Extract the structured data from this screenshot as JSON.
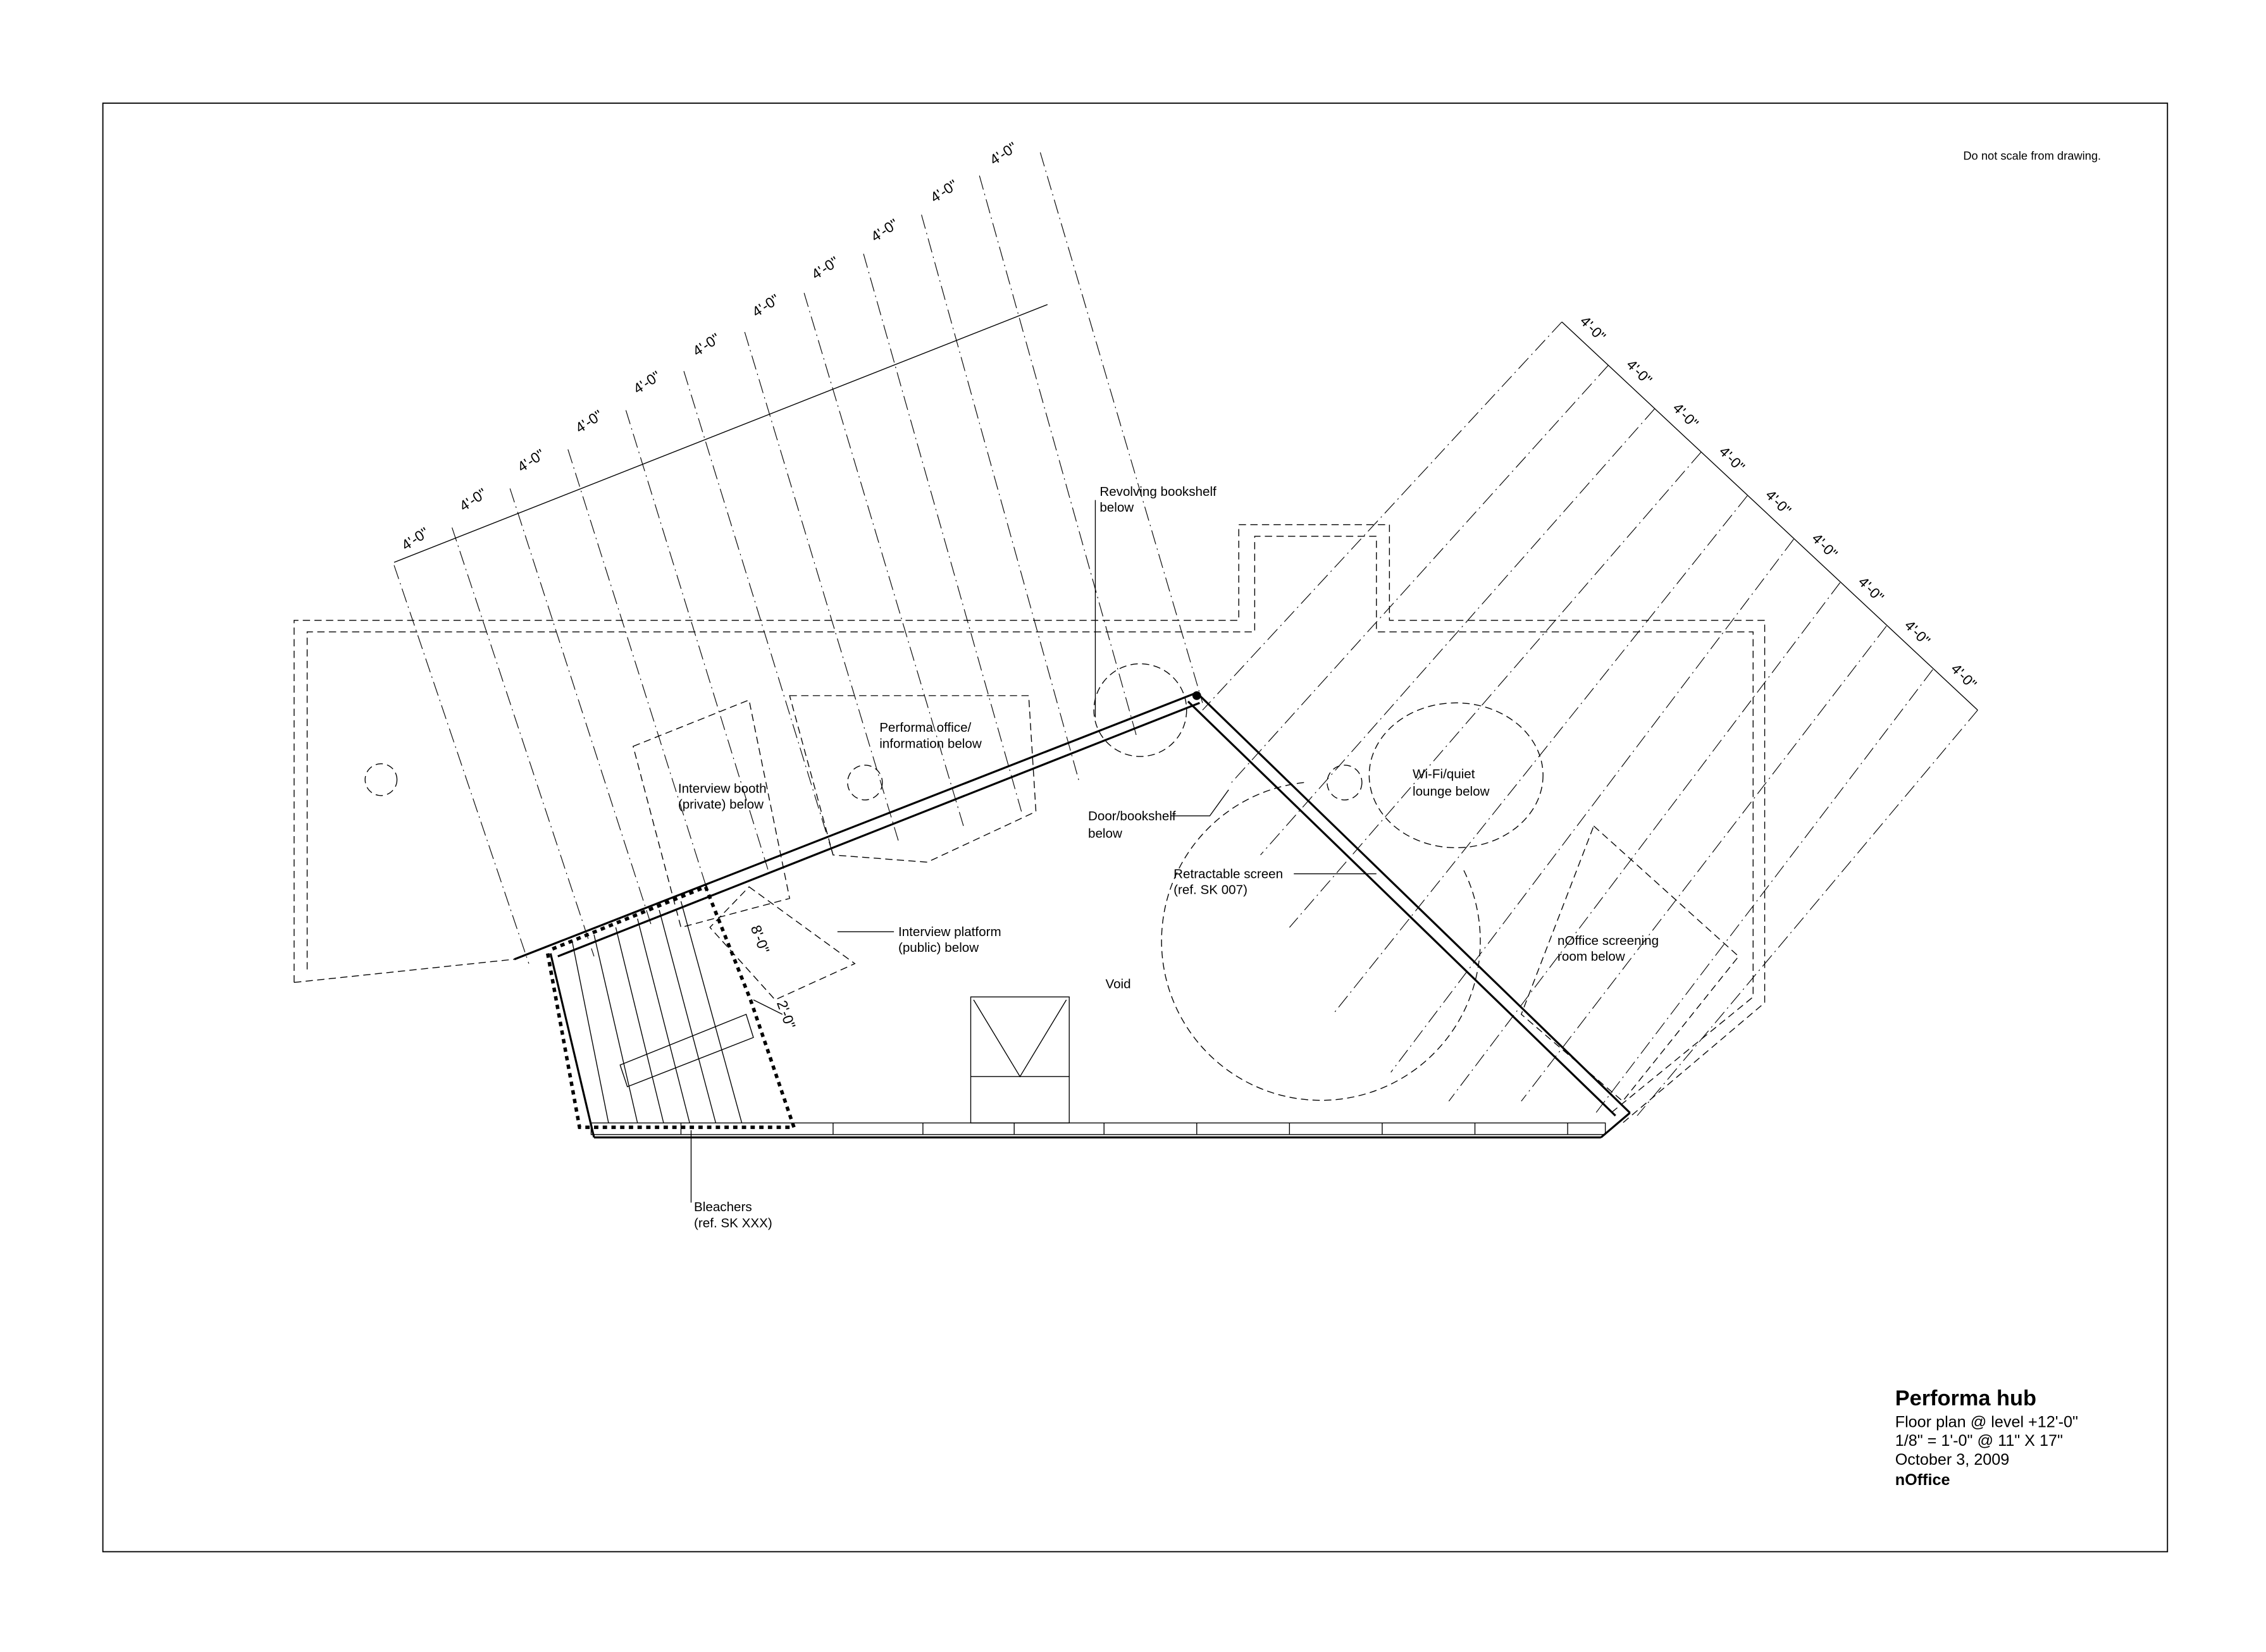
{
  "sheet": {
    "note": "Do not scale from drawing."
  },
  "title_block": {
    "project": "Performa hub",
    "drawing": "Floor plan @ level +12'-0\"",
    "scale": "1/8\" = 1'-0\" @ 11\" X 17\"",
    "date": "October 3, 2009",
    "firm": "nOffice"
  },
  "dimensions": {
    "grid_a": [
      "4'-0\"",
      "4'-0\"",
      "4'-0\"",
      "4'-0\"",
      "4'-0\"",
      "4'-0\"",
      "4'-0\"",
      "4'-0\"",
      "4'-0\"",
      "4'-0\"",
      "4'-0\""
    ],
    "grid_b": [
      "4'-0\"",
      "4'-0\"",
      "4'-0\"",
      "4'-0\"",
      "4'-0\"",
      "4'-0\"",
      "4'-0\"",
      "4'-0\"",
      "4'-0\""
    ],
    "platform_depth": "8'-0\"",
    "step_depth": "2'-0\""
  },
  "labels": {
    "revolving_bookshelf": [
      "Revolving bookshelf",
      "below"
    ],
    "performa_office": [
      "Performa office/",
      "information below"
    ],
    "interview_booth": [
      "Interview booth",
      "(private) below"
    ],
    "door_bookshelf": [
      "Door/bookshelf",
      "below"
    ],
    "wifi_lounge": [
      "Wi-Fi/quiet",
      "lounge below"
    ],
    "retractable_screen": [
      "Retractable screen",
      "(ref. SK 007)"
    ],
    "interview_platform": [
      "Interview platform",
      "(public) below"
    ],
    "screening_room": [
      "nOffice screening",
      "room below"
    ],
    "void": "Void",
    "bleachers": [
      "Bleachers",
      "(ref. SK XXX)"
    ]
  }
}
